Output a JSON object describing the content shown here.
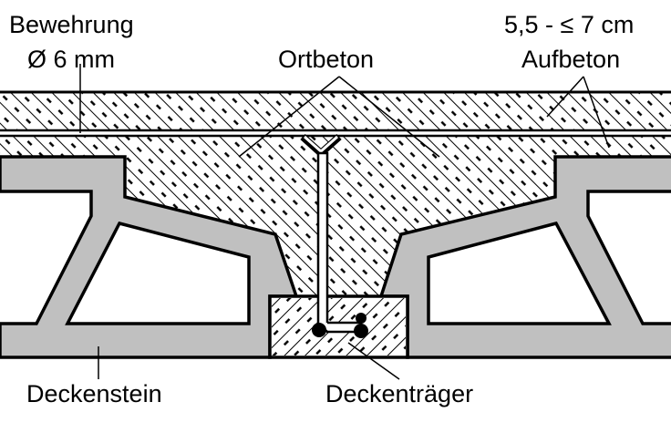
{
  "labels": {
    "bewehrung": "Bewehrung",
    "bewehrung_dia": "Ø 6 mm",
    "ortbeton": "Ortbeton",
    "aufbeton_thickness": "5,5 - ≤ 7 cm",
    "aufbeton": "Aufbeton",
    "deckenstein": "Deckenstein",
    "deckentraeger": "Deckenträger"
  },
  "colors": {
    "block_fill": "#c0c0c0",
    "line": "#000000",
    "background": "#ffffff"
  }
}
